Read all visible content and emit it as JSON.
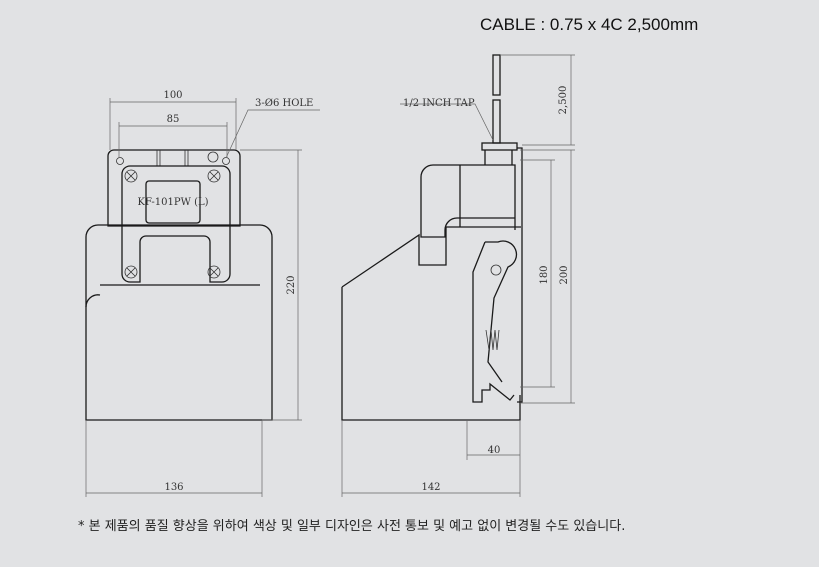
{
  "header": {
    "cable_spec": "CABLE : 0.75 x 4C  2,500mm"
  },
  "front_view": {
    "dim_width_top": "100",
    "dim_hole_spacing": "85",
    "hole_callout": "3-Ø6 HOLE",
    "model_label": "KF-101PW (L)",
    "dim_height": "220",
    "dim_width_bottom": "136"
  },
  "side_view": {
    "tap_callout": "1/2 INCH TAP",
    "dim_cable": "2,500",
    "dim_inner": "180",
    "dim_outer": "200",
    "dim_depth_small": "40",
    "dim_depth": "142"
  },
  "footer": {
    "note": "* 본 제품의 품질 향상을 위하여 색상 및 일부 디자인은 사전 통보 및 예고 없이 변경될 수도 있습니다."
  }
}
